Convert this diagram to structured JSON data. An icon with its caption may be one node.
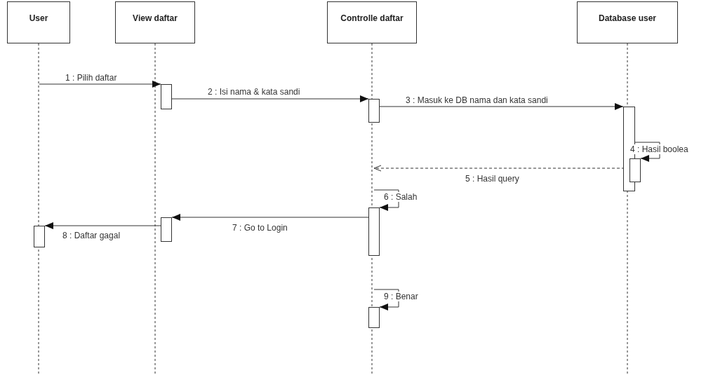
{
  "diagram": {
    "nodes": [
      {
        "text": [
          "User"
        ]
      },
      {
        "text": [
          "View daftar"
        ]
      },
      {
        "text": [
          "Controlle daftar"
        ]
      },
      {
        "text": [
          "Database user"
        ]
      },
      {
        "text": [],
        "shape": "bar"
      },
      {
        "text": [],
        "shape": "bar"
      },
      {
        "text": [],
        "shape": "bar"
      },
      {
        "text": [],
        "shape": "bar"
      },
      {
        "text": [],
        "shape": "bar"
      },
      {
        "text": [],
        "shape": "bar"
      },
      {
        "text": [],
        "shape": "bar"
      },
      {
        "text": [],
        "shape": "bar"
      }
    ],
    "edges": [
      {
        "from": null,
        "to": 5,
        "arrow": "to",
        "label": "1 : Pilih daftar"
      },
      {
        "from": 5,
        "to": 7,
        "arrow": "to",
        "label": "2 : Isi nama & kata sandi"
      },
      {
        "from": 7,
        "to": 10,
        "arrow": "to",
        "label": "3 : Masuk ke DB nama dan kata sandi"
      },
      {
        "from": 10,
        "to": 11,
        "arrow": "to",
        "label": "4 : Hasil boolea"
      },
      {
        "from": 11,
        "to": null,
        "arrow": "to",
        "label": "5 : Hasil query",
        "style": "dashed"
      },
      {
        "from": null,
        "to": 8,
        "arrow": "to",
        "label": "6 : Salah"
      },
      {
        "from": 8,
        "to": 6,
        "arrow": "to",
        "label": "7 : Go to Login"
      },
      {
        "from": 6,
        "to": 4,
        "arrow": "to",
        "label": "8 : Daftar gagal"
      },
      {
        "from": null,
        "to": 9,
        "arrow": "to",
        "label": "9 : Benar"
      }
    ]
  }
}
